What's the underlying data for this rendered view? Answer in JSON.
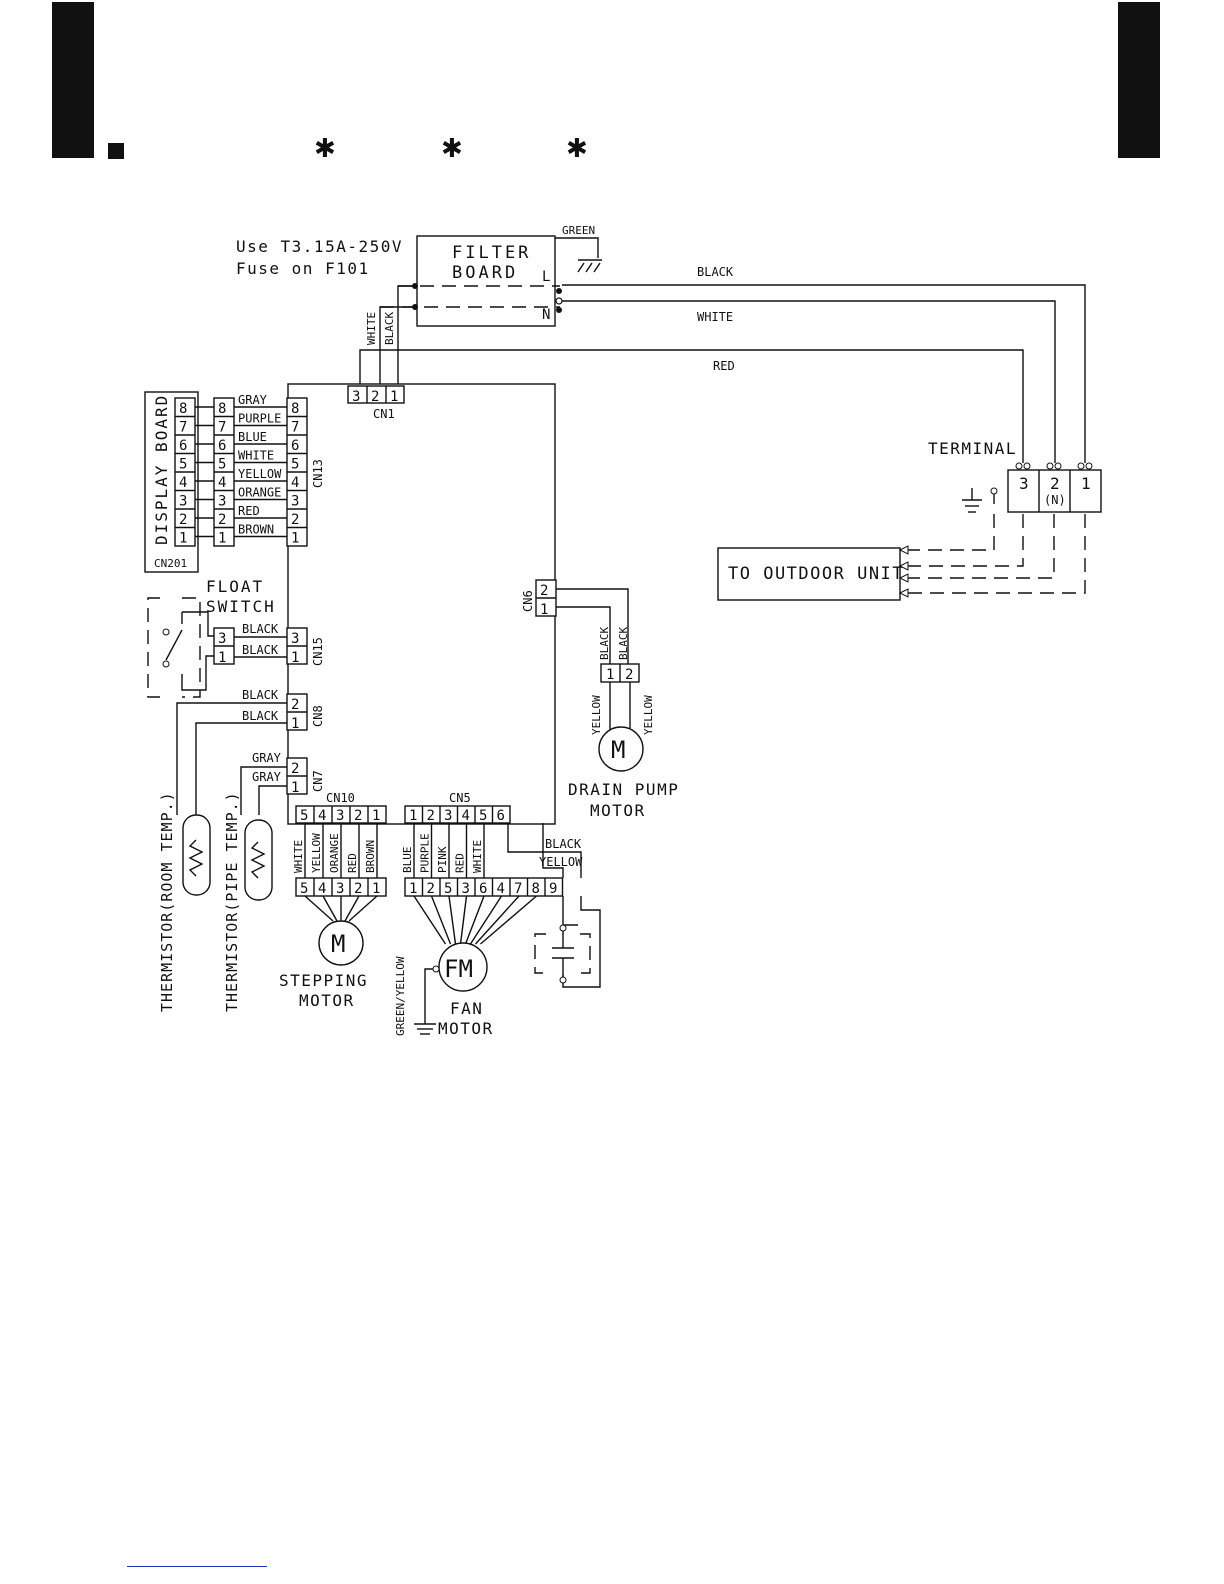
{
  "header": {
    "star_glyph": "✱"
  },
  "labels": {
    "fuse_note_1": "Use T3.15A-250V",
    "fuse_note_2": "Fuse on F101",
    "filter_board_1": "FILTER",
    "filter_board_2": "BOARD",
    "filter_L": "L",
    "filter_N": "N",
    "green": "GREEN",
    "black": "BLACK",
    "white": "WHITE",
    "red": "RED",
    "cn1": "CN1",
    "terminal": "TERMINAL",
    "terminal_n": "(N)",
    "to_outdoor_unit": "TO OUTDOOR UNIT",
    "display_board": "DISPLAY BOARD",
    "cn201": "CN201",
    "cn13": "CN13",
    "float_switch_1": "FLOAT",
    "float_switch_2": "SWITCH",
    "cn15": "CN15",
    "cn8": "CN8",
    "cn7": "CN7",
    "cn6": "CN6",
    "cn10": "CN10",
    "cn5": "CN5",
    "gray": "GRAY",
    "yellow": "YELLOW",
    "drain_pump_1": "DRAIN PUMP",
    "drain_pump_2": "MOTOR",
    "motor_m": "M",
    "motor_fm": "FM",
    "stepping_1": "STEPPING",
    "stepping_2": "MOTOR",
    "fan_1": "FAN",
    "fan_2": "MOTOR",
    "green_yellow": "GREEN/YELLOW",
    "thermistor_room": "THERMISTOR(ROOM TEMP.)",
    "thermistor_pipe": "THERMISTOR(PIPE TEMP.)"
  },
  "cn1_pins": [
    "3",
    "2",
    "1"
  ],
  "cn1_wires": [
    "WHITE",
    "BLACK"
  ],
  "terminal_pins": [
    "3",
    "2",
    "1"
  ],
  "cn13": {
    "pins": [
      "8",
      "7",
      "6",
      "5",
      "4",
      "3",
      "2",
      "1"
    ],
    "wires": [
      "GRAY",
      "PURPLE",
      "BLUE",
      "WHITE",
      "YELLOW",
      "ORANGE",
      "RED",
      "BROWN"
    ]
  },
  "cn15": {
    "pins": [
      "3",
      "1"
    ],
    "wires": [
      "BLACK",
      "BLACK"
    ]
  },
  "cn8": {
    "pins": [
      "2",
      "1"
    ],
    "wires": [
      "BLACK",
      "BLACK"
    ]
  },
  "cn7": {
    "pins": [
      "2",
      "1"
    ],
    "wires": [
      "GRAY",
      "GRAY"
    ]
  },
  "cn6": {
    "pins": [
      "2",
      "1"
    ],
    "motor_pins": [
      "1",
      "2"
    ],
    "wires": [
      "BLACK",
      "BLACK"
    ],
    "motor_wires": [
      "YELLOW",
      "YELLOW"
    ]
  },
  "cn10": {
    "pins": [
      "5",
      "4",
      "3",
      "2",
      "1"
    ],
    "wires": [
      "WHITE",
      "YELLOW",
      "ORANGE",
      "RED",
      "BROWN"
    ],
    "motor_pins": [
      "5",
      "4",
      "3",
      "2",
      "1"
    ]
  },
  "cn5": {
    "pins": [
      "1",
      "2",
      "3",
      "4",
      "5",
      "6"
    ],
    "wires": [
      "BLUE",
      "PURPLE",
      "PINK",
      "RED",
      "WHITE"
    ],
    "motor_pins": [
      "1",
      "2",
      "5",
      "3",
      "6",
      "4",
      "7",
      "8",
      "9"
    ],
    "extra_wires": [
      "BLACK",
      "YELLOW"
    ]
  }
}
